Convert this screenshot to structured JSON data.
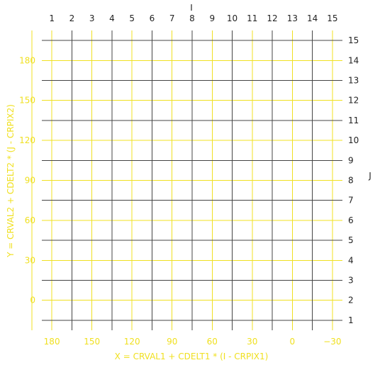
{
  "chart_data": {
    "type": "grid",
    "colors": {
      "world_grid": "#f0e020",
      "pixel_grid": "#444444",
      "background": "#ffffff"
    },
    "pixel_axes": {
      "i_label": "I",
      "j_label": "J",
      "i_ticks": [
        1,
        2,
        3,
        4,
        5,
        6,
        7,
        8,
        9,
        10,
        11,
        12,
        13,
        14,
        15
      ],
      "j_ticks": [
        1,
        2,
        3,
        4,
        5,
        6,
        7,
        8,
        9,
        10,
        11,
        12,
        13,
        14,
        15
      ],
      "i_range": [
        1,
        15
      ],
      "j_range": [
        1,
        15
      ]
    },
    "world_axes": {
      "x_label": "X = CRVAL1 + CDELT1 * (I - CRPIX1)",
      "y_label": "Y = CRVAL2 + CDELT2 * (J - CRPIX2)",
      "x_ticks": [
        "180",
        "150",
        "120",
        "90",
        "60",
        "30",
        "0",
        "−30"
      ],
      "x_tick_values": [
        180,
        150,
        120,
        90,
        60,
        30,
        0,
        -30
      ],
      "y_ticks": [
        "0",
        "30",
        "60",
        "90",
        "120",
        "150",
        "180"
      ],
      "y_tick_values": [
        0,
        30,
        60,
        90,
        120,
        150,
        180
      ],
      "x_at_i1": 180,
      "x_per_i": -15,
      "y_at_j2": 0,
      "y_per_j": 15,
      "x_range": [
        180,
        -30
      ],
      "y_range": [
        -15,
        195
      ]
    }
  }
}
